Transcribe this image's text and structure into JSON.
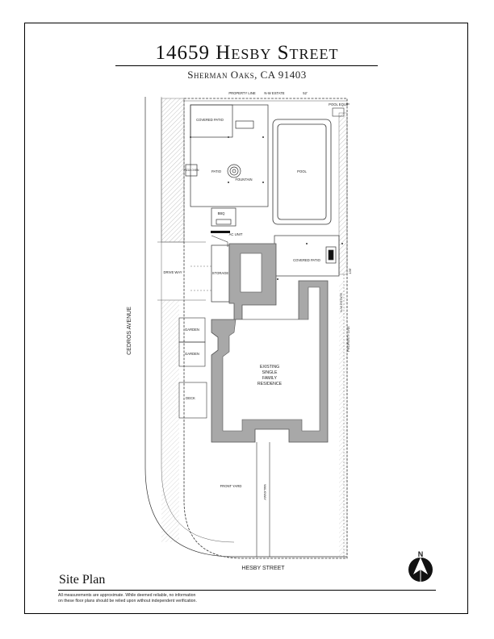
{
  "header": {
    "title": "14659 Hesby Street",
    "subtitle": "Sherman Oaks, CA 91403"
  },
  "plan_labels": {
    "property_line_top": "PROPERTY LINE",
    "measure_top": "N-W ESTATE",
    "dim_top": "52'",
    "pool_equip": "POOL EQUIP",
    "covered_patio_top": "COVERED PATIO",
    "patio": "PATIO",
    "fountain": "FOUNTAIN",
    "pizza_oven": "PIZZA OVEN",
    "pool": "POOL",
    "bbq": "BBQ",
    "ac_unit": "AC UNIT",
    "covered_patio_right": "COVERED PATIO",
    "drive_way": "DRIVE WAY",
    "storage": "STORAGE",
    "garden_1": "GARDEN",
    "garden_2": "GARDEN",
    "residence_1": "EXISTING",
    "residence_2": "SINGLE",
    "residence_3": "FAMILY",
    "residence_4": "RESIDENCE",
    "deck": "DECK",
    "front_yard": "FRONT YARD",
    "walkway": "WALKWAY",
    "property_line_right": "PROPERTY LINE",
    "measure_right": "N-W ESTATE",
    "dim_right": "136'",
    "cedros_avenue": "CEDROS AVENUE",
    "hesby_street": "HESBY STREET",
    "north": "N"
  },
  "footer": {
    "title": "Site Plan",
    "disclaimer_1": "All measurements are approximate. While deemed reliable, no information",
    "disclaimer_2": "on these floor plans should be relied upon without independent verification."
  },
  "colors": {
    "building_fill": "#a8a8a8",
    "line": "#333333",
    "hatch": "#888888"
  }
}
